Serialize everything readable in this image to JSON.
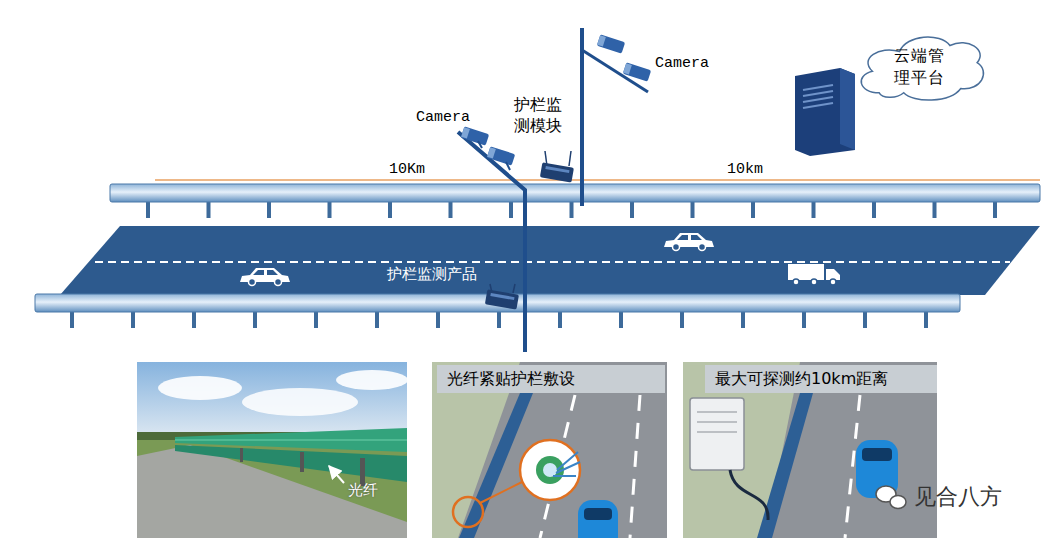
{
  "diagram": {
    "nodes": [
      {
        "text": [
          "云端管理平台"
        ]
      },
      {
        "text": [
          "光纤紧贴护栏敷设"
        ]
      },
      {
        "text": [
          "最大可探测约10km距离"
        ]
      }
    ],
    "labels": [
      "Camera",
      "护栏监测模块",
      "Camera",
      "10Km",
      "10km",
      "护栏监测产品",
      "光纤",
      "见合八方"
    ]
  }
}
